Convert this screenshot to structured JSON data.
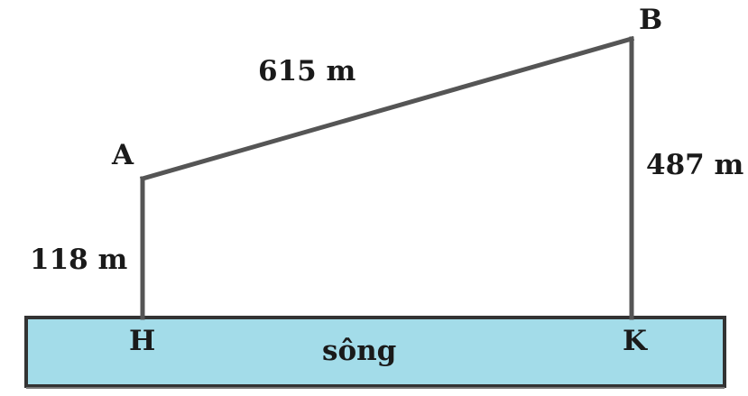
{
  "points": {
    "A": "A",
    "B": "B",
    "H": "H",
    "K": "K"
  },
  "lengths": {
    "AH": "118 m",
    "AB": "615 m",
    "BK": "487 m"
  },
  "river": {
    "label": "sông",
    "fill_color": "#a3dce9",
    "border_color": "#333333"
  }
}
